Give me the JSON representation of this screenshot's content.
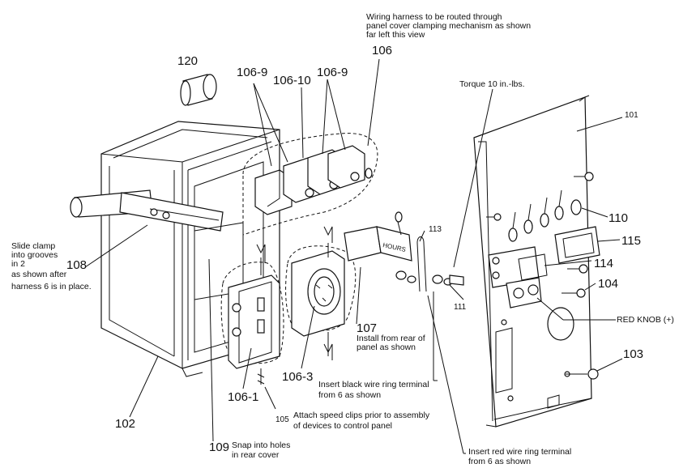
{
  "callouts": {
    "p120": "120",
    "p106_9a": "106-9",
    "p106_10": "106-10",
    "p106_9b": "106-9",
    "p106": "106",
    "p101": "101",
    "p110": "110",
    "p115": "115",
    "p114": "114",
    "p104": "104",
    "p103": "103",
    "p113": "113",
    "p111": "111",
    "p108": "108",
    "p107": "107",
    "p106_3": "106-3",
    "p106_1": "106-1",
    "p105": "105",
    "p102": "102",
    "p109": "109"
  },
  "notes": {
    "harness_line1": "Wiring harness to be routed through",
    "harness_line2": "panel cover clamping mechanism as shown",
    "harness_line3": "far left this view",
    "torque": "Torque 10 in.-lbs.",
    "slide_line1": "Slide clamp",
    "slide_line2": "into grooves",
    "slide_line3": "in 2",
    "slide_line4": "as shown after",
    "slide_line5": "harness 6 is in place.",
    "red_knob": "RED KNOB (+)",
    "install_line1": "Install from rear of",
    "install_line2": "panel as shown",
    "black_line1": "Insert black wire ring terminal",
    "black_line2": "from 6 as shown",
    "speed_line1": "Attach speed clips prior to assembly",
    "speed_line2": "of devices to control panel",
    "snap_line1": "Snap into holes",
    "snap_line2": "in rear cover",
    "red_line1": "Insert red wire ring terminal",
    "red_line2": "from 6 as shown",
    "hours_label": "HOURS"
  }
}
